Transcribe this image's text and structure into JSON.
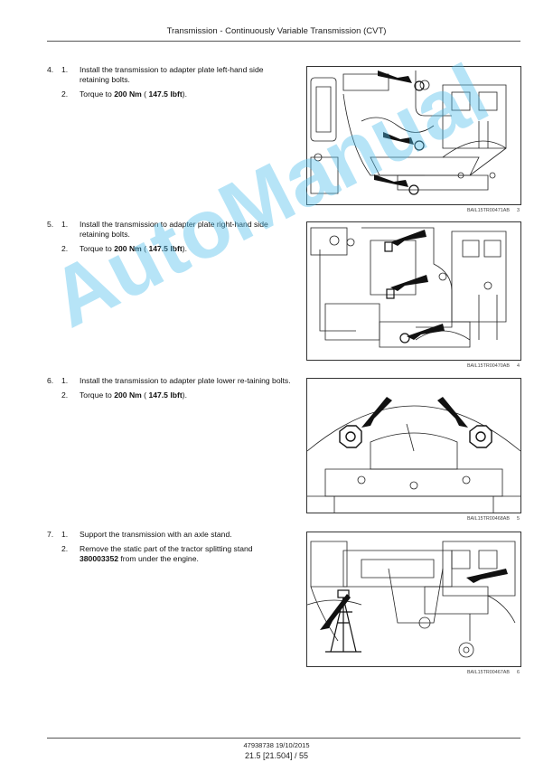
{
  "header": {
    "title": "Transmission - Continuously Variable Transmission (CVT)"
  },
  "steps": [
    {
      "number": "4.",
      "items": [
        {
          "num": "1.",
          "text": "Install the transmission to adapter plate left-hand side retaining bolts."
        },
        {
          "num": "2.",
          "pre": "Torque to ",
          "torque": "200 Nm",
          "mid": " ( ",
          "torque_imp": "147.5 lbft",
          "post": ")."
        }
      ],
      "figure": {
        "code": "BAIL15TR00471AB",
        "number": "3"
      }
    },
    {
      "number": "5.",
      "items": [
        {
          "num": "1.",
          "text": "Install the transmission to adapter plate right-hand side retaining bolts."
        },
        {
          "num": "2.",
          "pre": "Torque to ",
          "torque": "200 Nm",
          "mid": " ( ",
          "torque_imp": "147.5 lbft",
          "post": ")."
        }
      ],
      "figure": {
        "code": "BAIL15TR00470AB",
        "number": "4"
      }
    },
    {
      "number": "6.",
      "items": [
        {
          "num": "1.",
          "text": "Install the transmission to adapter plate lower re-taining bolts."
        },
        {
          "num": "2.",
          "pre": "Torque to ",
          "torque": "200 Nm",
          "mid": " ( ",
          "torque_imp": "147.5 lbft",
          "post": ")."
        }
      ],
      "figure": {
        "code": "BAIL15TR00468AB",
        "number": "5"
      }
    },
    {
      "number": "7.",
      "items": [
        {
          "num": "1.",
          "text": "Support the transmission with an axle stand."
        },
        {
          "num": "2.",
          "pre": "Remove the static part of the tractor splitting stand ",
          "part": "380003352",
          "post": " from under the engine."
        }
      ],
      "figure": {
        "code": "BAIL15TR00467AB",
        "number": "6"
      }
    }
  ],
  "watermark": "AutoManual",
  "footer": {
    "doc_ref": "47938738 19/10/2015",
    "page": "21.5 [21.504] / 55"
  }
}
